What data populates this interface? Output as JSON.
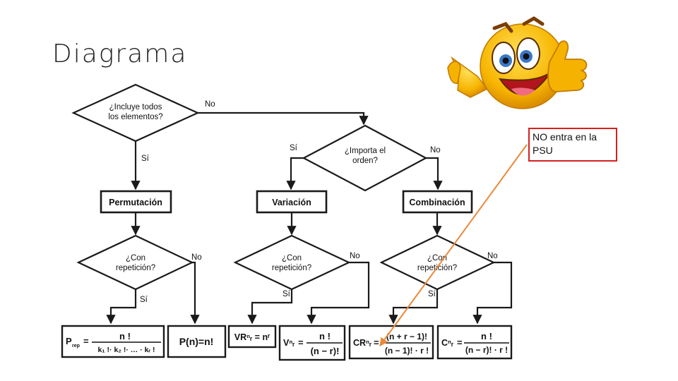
{
  "slide": {
    "title": "Diagrama"
  },
  "note": {
    "text": "NO entra en la PSU",
    "border_color": "#d42020"
  },
  "arrow": {
    "color": "#e8893a"
  },
  "emoji": {
    "name": "thumbs-up-smiley-icon"
  },
  "flow": {
    "q_all": [
      "¿Incluye todos",
      "los elementos?"
    ],
    "q_order": [
      "¿Importa el",
      "orden?"
    ],
    "q_rep": [
      "¿Con",
      "repetición?"
    ],
    "yes": "Sí",
    "no": "No",
    "perm": "Permutación",
    "var": "Variación",
    "comb": "Combinación"
  },
  "formulas": {
    "perm_rep": {
      "lhs": "P",
      "sub": "rep",
      "num": "n !",
      "den": "k₁ !· k₂ !· … · kᵣ !"
    },
    "perm": {
      "text": "P(n)=n!"
    },
    "var_rep": {
      "lhs": "VRⁿᵣ = nʳ"
    },
    "var": {
      "lhs": "Vⁿᵣ",
      "num": "n !",
      "den": "(n − r)!"
    },
    "comb_rep": {
      "lhs": "CRⁿᵣ",
      "num": "(n + r − 1)!",
      "den": "(n − 1)! · r !"
    },
    "comb": {
      "lhs": "Cⁿᵣ",
      "num": "n !",
      "den": "(n − r)! · r !"
    }
  }
}
